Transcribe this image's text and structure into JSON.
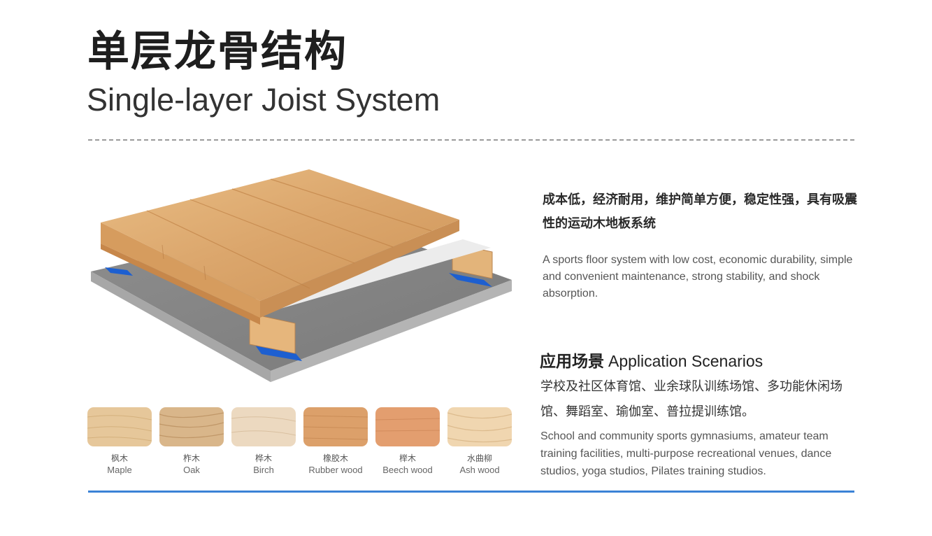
{
  "header": {
    "title_cn": "单层龙骨结构",
    "title_en": "Single-layer Joist System"
  },
  "description": {
    "cn": "成本低，经济耐用，维护简单方便，稳定性强，具有吸震性的运动木地板系统",
    "en": "A sports floor system with low cost, economic durability, simple and convenient maintenance, strong stability, and shock absorption."
  },
  "application": {
    "heading_cn": "应用场景",
    "heading_en": "Application Scenarios",
    "text_cn": "学校及社区体育馆、业余球队训练场馆、多功能休闲场馆、舞蹈室、瑜伽室、普拉提训练馆。",
    "text_en": "School and community sports gymnasiums, amateur team training facilities, multi-purpose recreational venues, dance studios, yoga studios, Pilates training studios."
  },
  "woods": [
    {
      "cn": "枫木",
      "en": "Maple",
      "color": "#e6c79a"
    },
    {
      "cn": "柞木",
      "en": "Oak",
      "color": "#d9b68a"
    },
    {
      "cn": "桦木",
      "en": "Birch",
      "color": "#ecd9c0"
    },
    {
      "cn": "橡胶木",
      "en": "Rubber wood",
      "color": "#dca06a"
    },
    {
      "cn": "榉木",
      "en": "Beech wood",
      "color": "#e39e6f"
    },
    {
      "cn": "水曲柳",
      "en": "Ash wood",
      "color": "#f0d6b0"
    }
  ],
  "colors": {
    "accent_blue": "#3b82d6",
    "pad_blue": "#1d5fd0",
    "concrete": "#9c9c9c"
  }
}
